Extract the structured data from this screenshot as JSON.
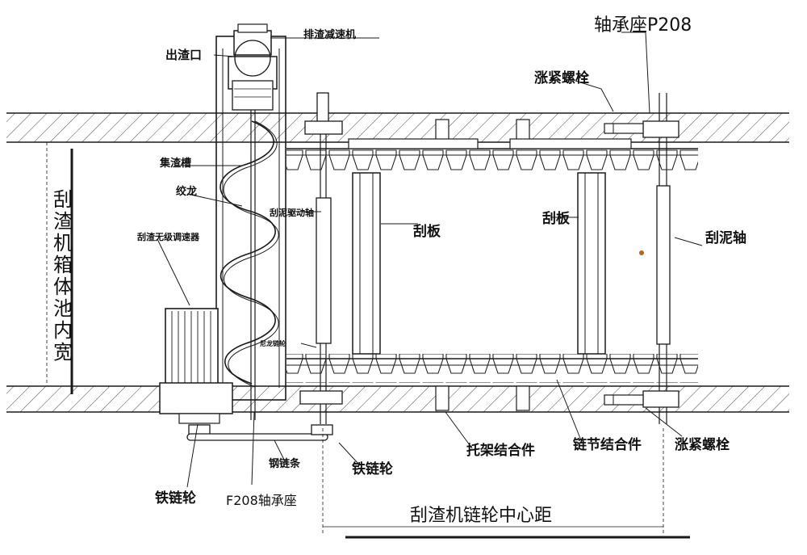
{
  "labels": {
    "bearing_p208": "轴承座P208",
    "tension_bolt_top": "涨紧螺栓",
    "tension_bolt_bottom": "涨紧螺栓",
    "slag_reducer": "排渣减速机",
    "slag_outlet": "出渣口",
    "slag_trough": "集渣槽",
    "auger": "绞龙",
    "scraper_drive_shaft": "刮泥驱动轴",
    "scraper_plate_left": "刮板",
    "scraper_plate_right": "刮板",
    "scraper_shaft": "刮泥轴",
    "stepless_speed_reducer": "刮渣无级调速器",
    "nylon_sprocket": "尼龙链轮",
    "box_inner_width": "刮渣机箱体池内宽",
    "iron_sprocket_left": "铁链轮",
    "iron_sprocket_mid": "铁链轮",
    "steel_chain": "钢链条",
    "bearing_f208": "F208轴承座",
    "bracket_assembly": "托架结合件",
    "chain_link_assembly": "链节结合件",
    "sprocket_center_distance": "刮渣机链轮中心距"
  }
}
